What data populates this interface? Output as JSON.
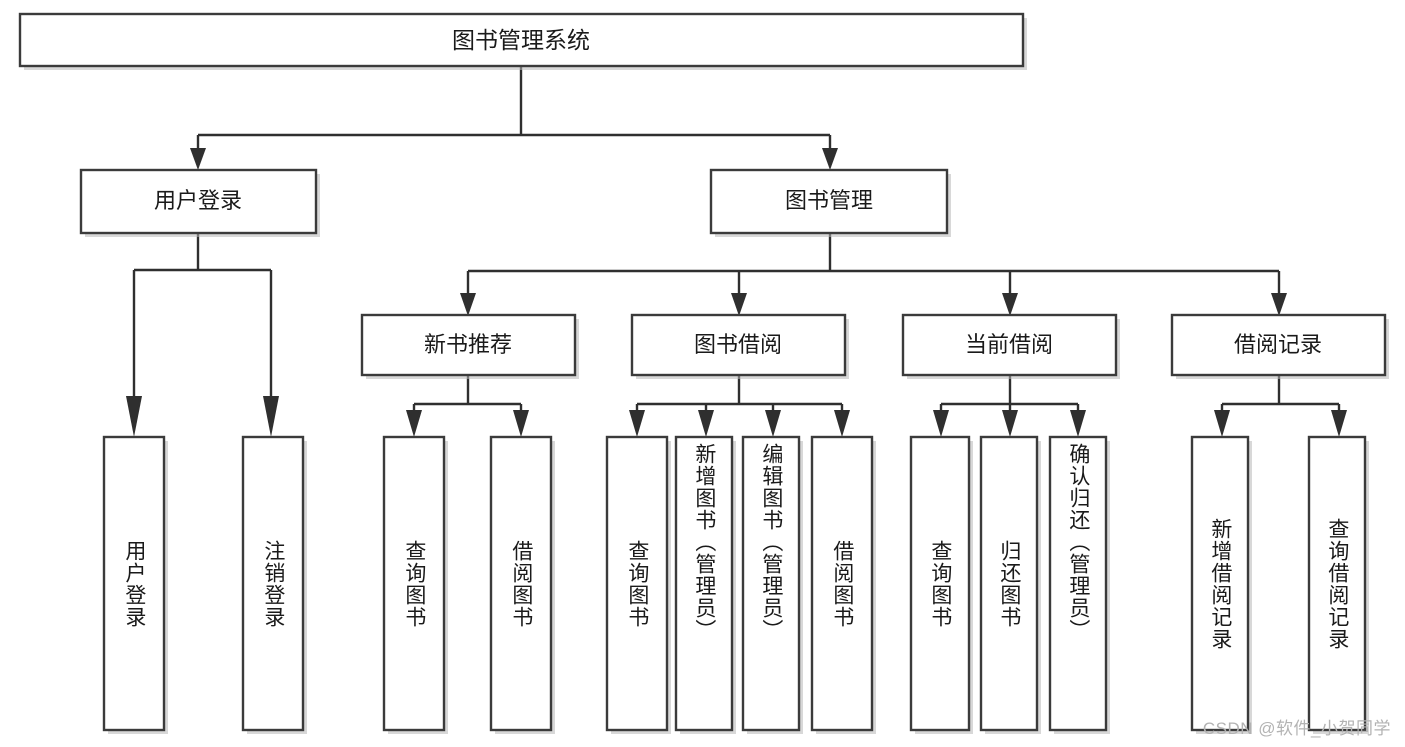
{
  "diagram": {
    "title": "图书管理系统",
    "type": "tree",
    "watermark": "CSDN @软件_小贺同学",
    "colors": {
      "box_fill": "#ffffff",
      "box_stroke": "#3b3b3b",
      "connector": "#2f2f2f",
      "text": "#1a1a1a",
      "watermark": "#b3b3b3",
      "background": "#ffffff"
    },
    "root": {
      "label": "图书管理系统",
      "orientation": "horizontal"
    },
    "level2": [
      {
        "label": "用户登录",
        "orientation": "horizontal"
      },
      {
        "label": "图书管理",
        "orientation": "horizontal"
      }
    ],
    "level3": [
      {
        "label": "新书推荐",
        "orientation": "horizontal",
        "parent": "图书管理"
      },
      {
        "label": "图书借阅",
        "orientation": "horizontal",
        "parent": "图书管理"
      },
      {
        "label": "当前借阅",
        "orientation": "horizontal",
        "parent": "图书管理"
      },
      {
        "label": "借阅记录",
        "orientation": "horizontal",
        "parent": "图书管理"
      }
    ],
    "leaves": {
      "user_login": [
        {
          "label": "用户登录",
          "orientation": "vertical"
        },
        {
          "label": "注销登录",
          "orientation": "vertical"
        }
      ],
      "new_book_recommend": [
        {
          "label": "查询图书",
          "orientation": "vertical"
        },
        {
          "label": "借阅图书",
          "orientation": "vertical"
        }
      ],
      "book_borrow": [
        {
          "label": "查询图书",
          "orientation": "vertical"
        },
        {
          "label": "新增图书（管理员）",
          "orientation": "vertical"
        },
        {
          "label": "编辑图书（管理员）",
          "orientation": "vertical"
        },
        {
          "label": "借阅图书",
          "orientation": "vertical"
        }
      ],
      "current_borrow": [
        {
          "label": "查询图书",
          "orientation": "vertical"
        },
        {
          "label": "归还图书",
          "orientation": "vertical"
        },
        {
          "label": "确认归还（管理员）",
          "orientation": "vertical"
        }
      ],
      "borrow_record": [
        {
          "label": "新增借阅记录",
          "orientation": "vertical"
        },
        {
          "label": "查询借阅记录",
          "orientation": "vertical"
        }
      ]
    }
  }
}
